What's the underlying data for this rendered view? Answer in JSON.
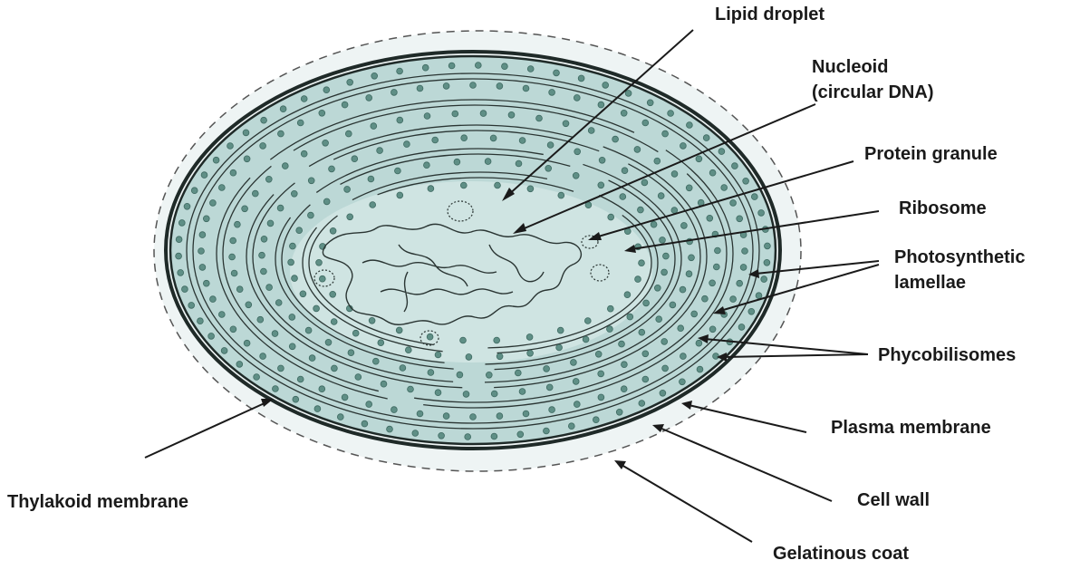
{
  "labels": {
    "lipid_droplet": "Lipid droplet",
    "nucleoid_line1": "Nucleoid",
    "nucleoid_line2": "(circular DNA)",
    "protein_granule": "Protein granule",
    "ribosome": "Ribosome",
    "photosynthetic_line1": "Photosynthetic",
    "photosynthetic_line2": "lamellae",
    "phycobilisomes": "Phycobilisomes",
    "plasma_membrane": "Plasma membrane",
    "cell_wall": "Cell wall",
    "gelatinous_coat": "Gelatinous coat",
    "thylakoid_membrane": "Thylakoid membrane"
  },
  "colors": {
    "cytoplasm": "#bcd8d6",
    "center": "#cfe4e2",
    "coat": "#eef4f4",
    "membrane": "#1f2a28",
    "granule": "#5f8f86"
  }
}
